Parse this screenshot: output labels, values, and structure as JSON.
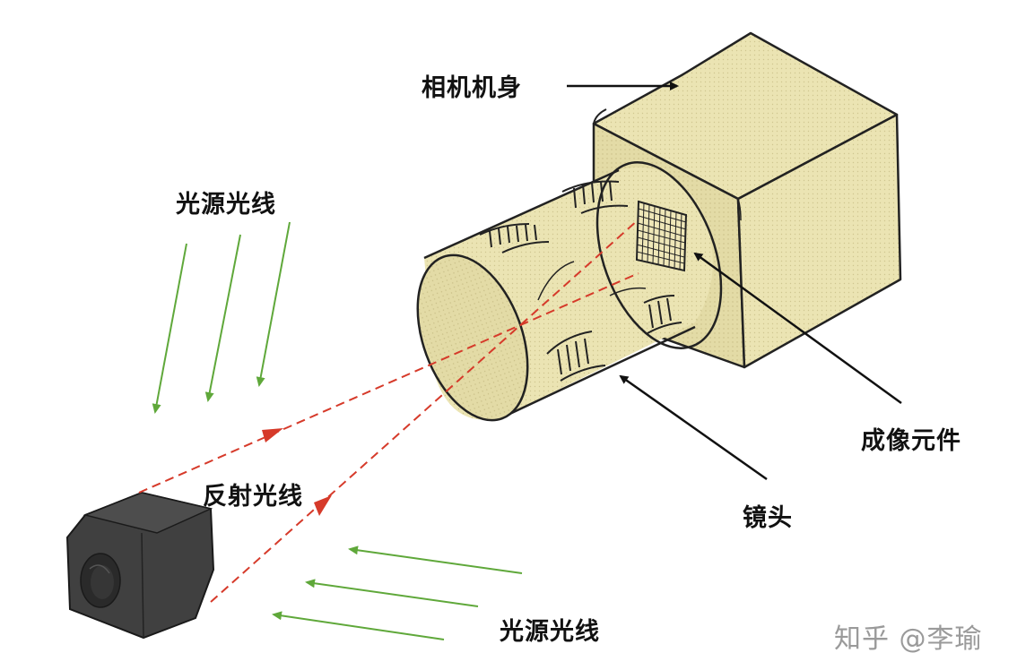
{
  "labels": {
    "camera_body": "相机机身",
    "light_source_top": "光源光线",
    "imaging_element": "成像元件",
    "lens": "镜头",
    "reflected_light": "反射光线",
    "light_source_bottom": "光源光线"
  },
  "watermark": "知乎 @李瑜",
  "colors": {
    "body_fill": "#e9e2b0",
    "line": "#222222",
    "reflected_ray": "#d63a2a",
    "source_ray": "#5fa83a",
    "nut": "#3d3d3d"
  }
}
